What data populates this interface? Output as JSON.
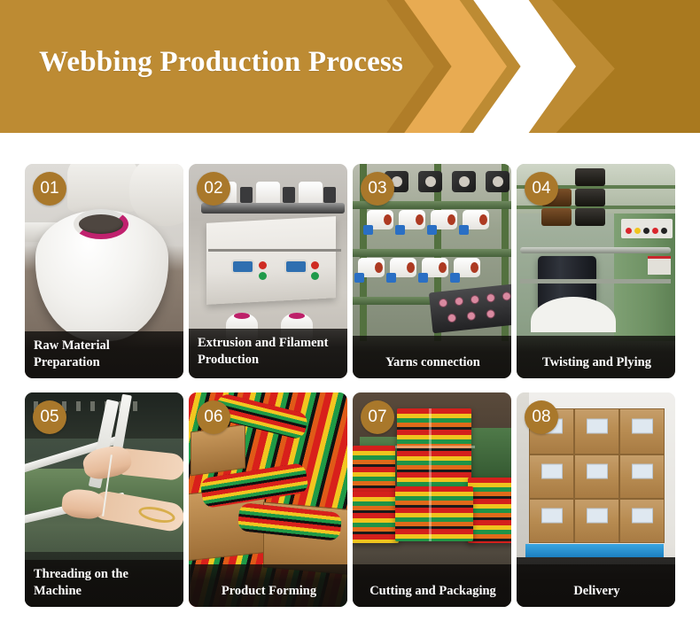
{
  "header": {
    "title": "Webbing Production Process",
    "background_color": "#bd8b33",
    "chevron_colors": [
      "#b07d28",
      "#e8ab52",
      "#ffffff"
    ],
    "title_color": "#ffffff"
  },
  "theme": {
    "badge_color": "#a9782b",
    "caption_background": "rgba(16,14,12,0.93)",
    "caption_text_color": "#ffffff",
    "page_background": "#ffffff"
  },
  "steps": [
    {
      "number": "01",
      "label": "Raw Material Preparation",
      "image_alt": "white yarn cone with pink core on factory floor"
    },
    {
      "number": "02",
      "label": "Extrusion and Filament Production",
      "image_alt": "extrusion machine with white spools and control panels"
    },
    {
      "number": "03",
      "label": "Yarns connection",
      "image_alt": "green rack holding rows of white yarn packages"
    },
    {
      "number": "04",
      "label": "Twisting and Plying",
      "image_alt": "green twisting machine with dark bobbins"
    },
    {
      "number": "05",
      "label": "Threading on the Machine",
      "image_alt": "hands threading yarn on a loom"
    },
    {
      "number": "06",
      "label": "Product Forming",
      "image_alt": "piles of red yellow green striped webbing"
    },
    {
      "number": "07",
      "label": "Cutting and Packaging",
      "image_alt": "stacked shrink wrapped bundles of striped webbing"
    },
    {
      "number": "08",
      "label": "Delivery",
      "image_alt": "cardboard cartons stacked on a blue pallet"
    }
  ]
}
